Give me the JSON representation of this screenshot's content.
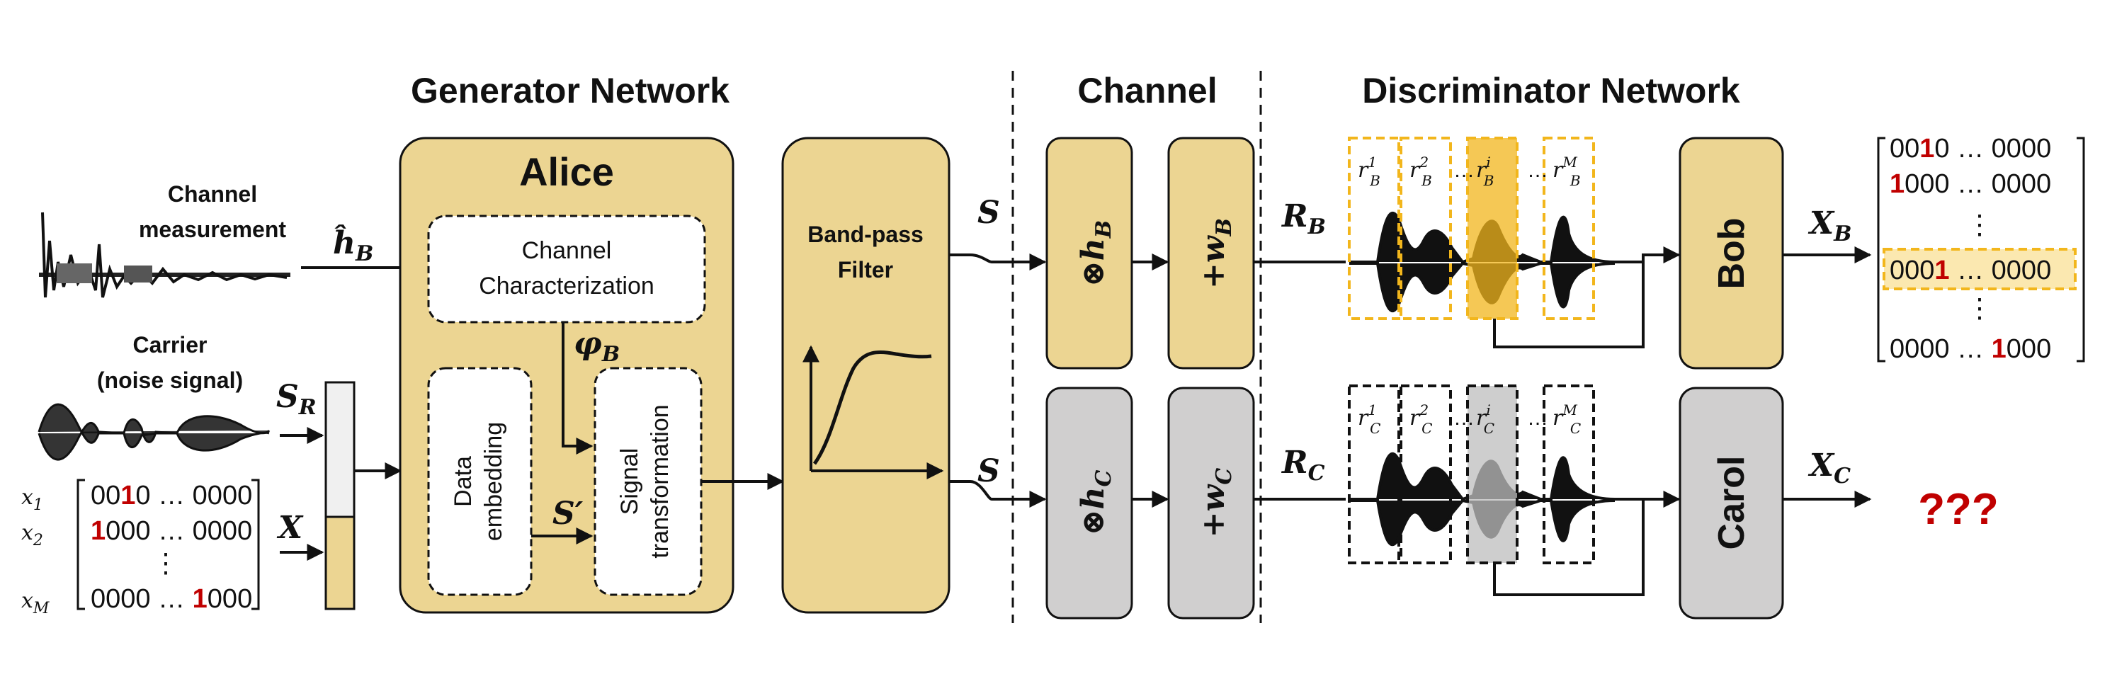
{
  "titles": {
    "generator": "Generator Network",
    "channel": "Channel",
    "discriminator": "Discriminator Network"
  },
  "inputs": {
    "channel_measurement_line1": "Channel",
    "channel_measurement_line2": "measurement",
    "carrier_line1": "Carrier",
    "carrier_line2": "(noise signal)",
    "h_hat": "ĥ",
    "h_hat_sub": "B",
    "s_r": "S",
    "s_r_sub": "R",
    "x": "X"
  },
  "message_rows": [
    {
      "label": "x",
      "sub": "1",
      "pre": "00",
      "red": "1",
      "post": "0 … 0000"
    },
    {
      "label": "x",
      "sub": "2",
      "pre": "",
      "red": "1",
      "post": "000 … 0000"
    },
    {
      "label": "",
      "sub": "",
      "pre": "",
      "red": "",
      "post": "⋮"
    },
    {
      "label": "x",
      "sub": "M",
      "pre": "0000 … ",
      "red": "1",
      "post": "000"
    }
  ],
  "alice": {
    "title": "Alice",
    "channel_char_line1": "Channel",
    "channel_char_line2": "Characterization",
    "phi": "φ",
    "phi_sub": "B",
    "data_embedding_line1": "Data",
    "data_embedding_line2": "embedding",
    "s_prime": "S′",
    "signal_transform_line1": "Signal",
    "signal_transform_line2": "transformation"
  },
  "filter": {
    "line1": "Band-pass",
    "line2": "Filter"
  },
  "channel": {
    "s_top": "S",
    "s_bottom": "S",
    "h_b": "⊗h",
    "h_b_sub": "B",
    "w_b": "+w",
    "w_b_sub": "B",
    "h_c": "⊗h",
    "h_c_sub": "C",
    "w_c": "+w",
    "w_c_sub": "C"
  },
  "receivers": {
    "r_b": "R",
    "r_b_sub": "B",
    "r_c": "R",
    "r_c_sub": "C",
    "bob": "Bob",
    "carol": "Carol",
    "x_b": "X",
    "x_b_sub": "B",
    "x_c": "X",
    "x_c_sub": "C",
    "unknown": "???",
    "segments_b": [
      {
        "base": "r",
        "sup": "1",
        "sub": "B"
      },
      {
        "base": "r",
        "sup": "2",
        "sub": "B"
      },
      {
        "base": "r",
        "sup": "i",
        "sub": "B"
      },
      {
        "base": "r",
        "sup": "M",
        "sub": "B"
      }
    ],
    "segments_c": [
      {
        "base": "r",
        "sup": "1",
        "sub": "C"
      },
      {
        "base": "r",
        "sup": "2",
        "sub": "C"
      },
      {
        "base": "r",
        "sup": "i",
        "sub": "C"
      },
      {
        "base": "r",
        "sup": "M",
        "sub": "C"
      }
    ],
    "ellipsis": "…"
  },
  "output_matrix": [
    {
      "pre": "00",
      "red": "1",
      "post": "0 … 0000"
    },
    {
      "pre": "",
      "red": "1",
      "post": "000 … 0000"
    },
    {
      "pre": "",
      "red": "",
      "post": "⋮"
    },
    {
      "pre": "000",
      "red": "1",
      "post": " … 0000"
    },
    {
      "pre": "",
      "red": "",
      "post": "⋮"
    },
    {
      "pre": "0000 … ",
      "red": "1",
      "post": "000"
    }
  ],
  "colors": {
    "alice_fill": "#ecd592",
    "gray_fill": "#d0cfcf",
    "highlight": "#f2b61c",
    "red": "#c00000"
  }
}
